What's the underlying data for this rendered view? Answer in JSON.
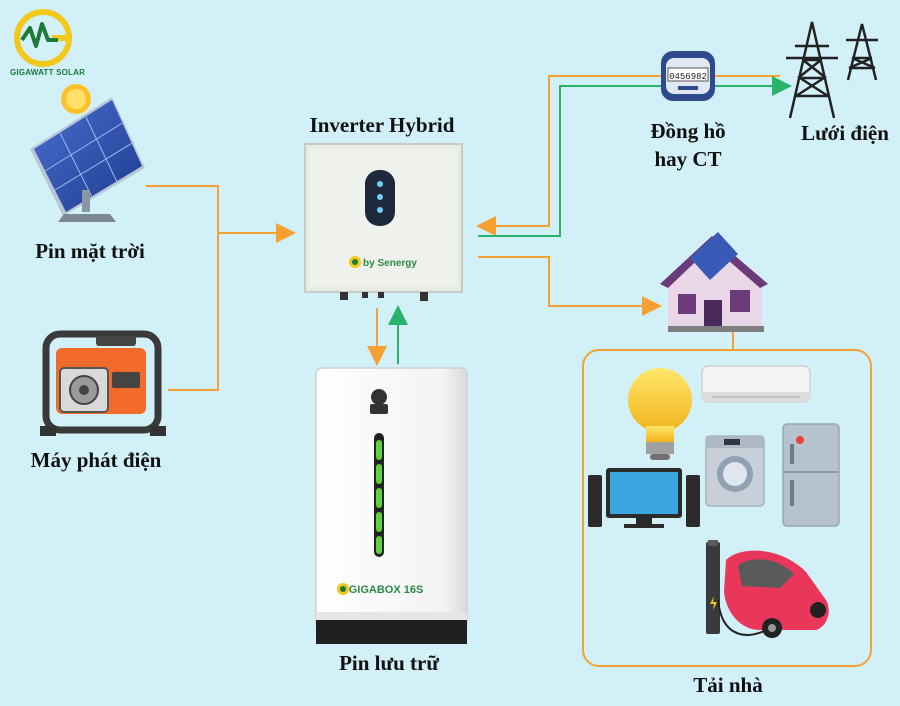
{
  "brand": {
    "name": "GIGAWATT SOLAR",
    "logo_letter": "G"
  },
  "nodes": {
    "solar": {
      "label": "Pin mặt trời"
    },
    "generator": {
      "label": "Máy phát điện"
    },
    "inverter": {
      "label": "Inverter Hybrid",
      "brand_mark": "by Senergy"
    },
    "meter": {
      "label_line1": "Đồng hồ",
      "label_line2": "hay CT",
      "reading": "0456982"
    },
    "grid": {
      "label": "Lưới điện"
    },
    "battery": {
      "label": "Pin lưu trữ",
      "model": "GIGABOX 16S"
    },
    "loads": {
      "label": "Tải nhà"
    }
  },
  "colors": {
    "flow_orange": "#f5a030",
    "flow_green": "#29b36a",
    "background": "#d2f0f7",
    "brand_green": "#1c7a3a",
    "brand_yellow": "#f2c81b"
  }
}
